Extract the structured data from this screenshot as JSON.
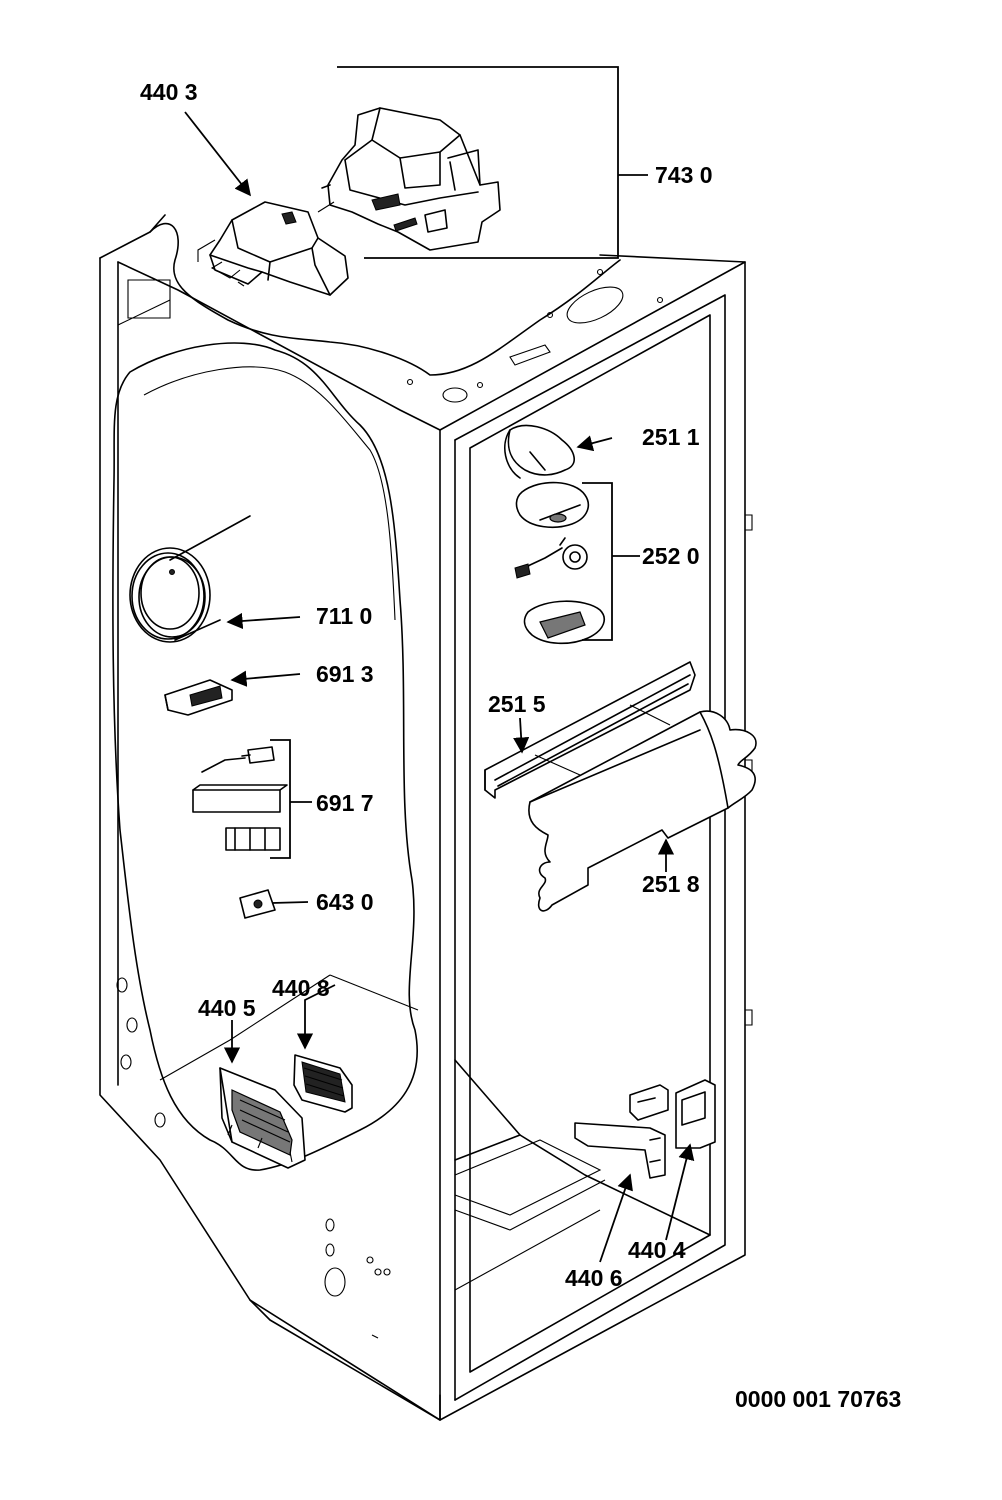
{
  "labels": {
    "p4403": "440 3",
    "p7430": "743 0",
    "p2511": "251 1",
    "p2520": "252 0",
    "p7110": "711 0",
    "p6913": "691 3",
    "p2515": "251 5",
    "p6917": "691 7",
    "p2518": "251 8",
    "p6430": "643 0",
    "p4408": "440 8",
    "p4405": "440 5",
    "p4404": "440 4",
    "p4406": "440 6"
  },
  "document_number": "0000 001 70763"
}
